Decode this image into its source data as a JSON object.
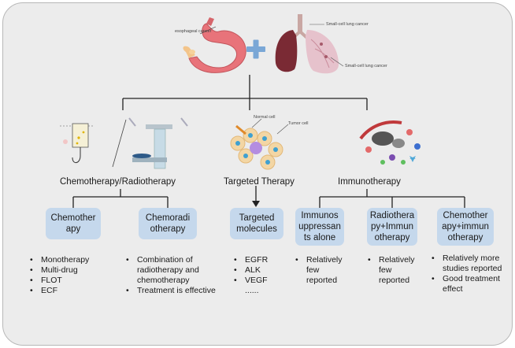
{
  "top": {
    "esophageal_label": "esophageal cancer",
    "lung_label_1": "Small-cell lung cancer",
    "lung_label_2": "Small-cell lung cancer",
    "plus_icon": "plus-icon"
  },
  "categories": {
    "chemo_radio": "Chemotherapy/Radiotherapy",
    "targeted": "Targeted Therapy",
    "immuno": "Immunotherapy"
  },
  "cell_labels": {
    "normal": "Normal cell",
    "tumor": "Tumor cell"
  },
  "boxes": {
    "chemo": [
      "Chemother",
      "apy"
    ],
    "chemoradio": [
      "Chemoradi",
      "otherapy"
    ],
    "targeted_molecules": [
      "Targeted",
      "molecules"
    ],
    "immuno_alone": [
      "Immunos",
      "uppressan",
      "ts alone"
    ],
    "radio_immuno": [
      "Radiothera",
      "py+Immun",
      "otherapy"
    ],
    "chemo_immuno": [
      "Chemother",
      "apy+immun",
      "otherapy"
    ]
  },
  "lists": {
    "chemo": [
      "Monotherapy",
      "Multi-drug",
      "FLOT",
      "ECF"
    ],
    "chemoradio": [
      "Combination of radiotherapy and chemotherapy",
      "Treatment is effective"
    ],
    "targeted": [
      "EGFR",
      "ALK",
      "VEGF",
      "......"
    ],
    "immuno_alone": [
      "Relatively few reported"
    ],
    "radio_immuno": [
      "Relatively few reported"
    ],
    "chemo_immuno": [
      "Relatively more studies reported",
      "Good treatment effect"
    ]
  },
  "colors": {
    "panel": "#ececec",
    "box": "#c5d8ec",
    "plus": "#7aa7d6",
    "stomach": "#e8737a",
    "lung": "#7a2a34"
  }
}
